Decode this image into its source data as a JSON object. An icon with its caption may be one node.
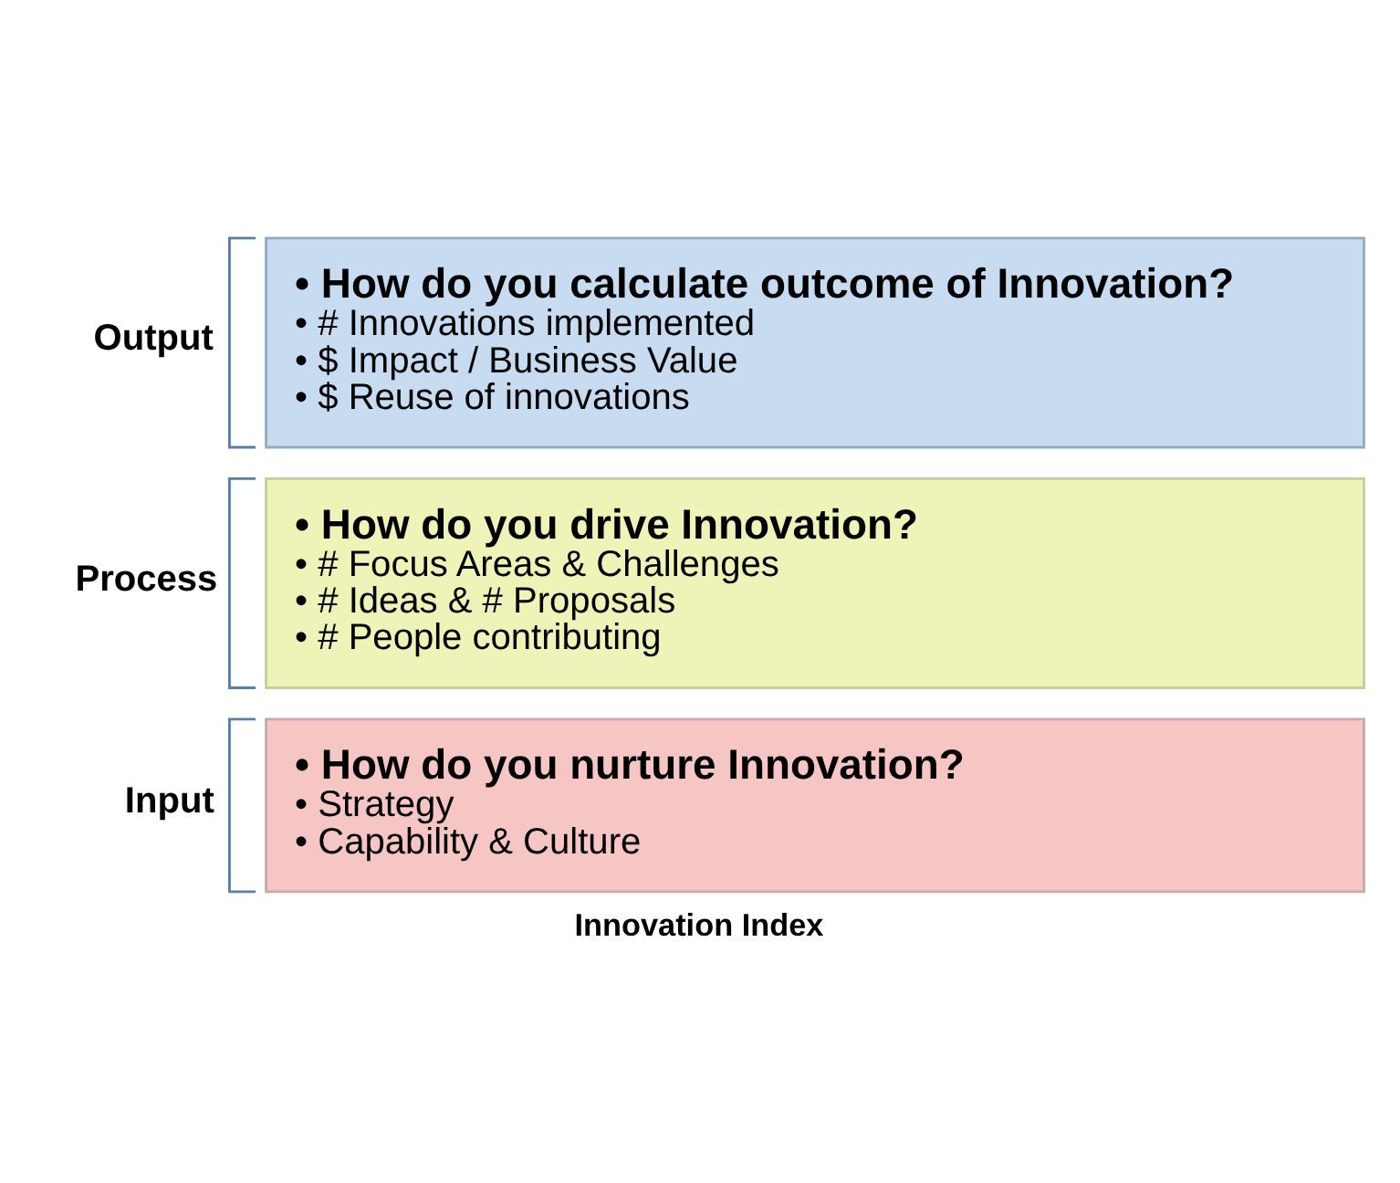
{
  "diagram": {
    "caption": "Innovation Index",
    "nodes": [
      {
        "text": [
          "• How do you nurture Innovation?",
          "• Strategy",
          "• Capability & Culture"
        ],
        "beside": [
          "Input"
        ]
      },
      {
        "text": [
          "• How do you drive Innovation?",
          "• # Focus Areas & Challenges",
          "• # Ideas & # Proposals",
          "• # People contributing"
        ],
        "beside": [
          "Process"
        ]
      },
      {
        "text": [
          "• How do you calculate outcome of Innovation?",
          "• # Innovations implemented",
          "• $ Impact / Business Value",
          "• $ Reuse of innovations"
        ],
        "beside": [
          "Output"
        ]
      }
    ]
  }
}
